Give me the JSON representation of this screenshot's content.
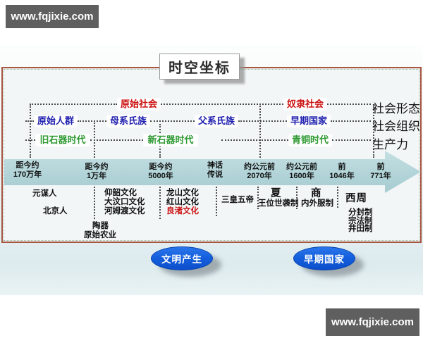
{
  "watermarks": {
    "top_left": "www.fqjixie.com",
    "bottom_right": "www.fqjixie.com"
  },
  "title": "时空坐标",
  "categories": {
    "social_form": "社会形态",
    "social_org": "社会组织",
    "productivity": "生产力"
  },
  "stages": {
    "primitive_society": "原始社会",
    "slave_society": "奴隶社会",
    "primitive_groups": "原始人群",
    "matrilineal_clan": "母系氏族",
    "patrilineal_clan": "父系氏族",
    "early_state": "早期国家",
    "paleolithic": "旧石器时代",
    "neolithic": "新石器时代",
    "bronze_age": "青铜时代"
  },
  "time_marks": [
    {
      "l1": "距今约",
      "l2": "170万年"
    },
    {
      "l1": "距今约",
      "l2": "1万年"
    },
    {
      "l1": "距今约",
      "l2": "5000年"
    },
    {
      "l1": "神话",
      "l2": "传说"
    },
    {
      "l1": "约公元前",
      "l2": "2070年"
    },
    {
      "l1": "约公元前",
      "l2": "1600年"
    },
    {
      "l1": "前",
      "l2": "1046年"
    },
    {
      "l1": "前",
      "l2": "771年"
    }
  ],
  "below": {
    "yuanmou": "元谋人",
    "beijing": "北京人",
    "yangshao": "仰韶文化",
    "dawenkou": "大汶口文化",
    "hemudu": "河姆渡文化",
    "longshan": "龙山文化",
    "hongshan": "红山文化",
    "liangzhu": "良渚文化",
    "three_sovereigns": "三皇五帝",
    "xia": "夏",
    "xia_system": "王位世袭制",
    "shang": "商",
    "shang_system": "内外服制",
    "western_zhou": "西周",
    "fengjian": "分封制",
    "zongfa": "宗法制",
    "jingtian": "井田制",
    "pottery": "陶器",
    "agriculture": "原始农业"
  },
  "callouts": {
    "civilization": "文明产生",
    "early_state": "早期国家"
  },
  "colors": {
    "stage_red": "#cc1111",
    "stage_blue": "#2121b0",
    "stage_green": "#2e9a32",
    "arrow_teal": "#b2d4d8",
    "box_border_red": "#a65540",
    "button_blue": "#1560dd",
    "watermark_gray": "#5f5f5f"
  }
}
